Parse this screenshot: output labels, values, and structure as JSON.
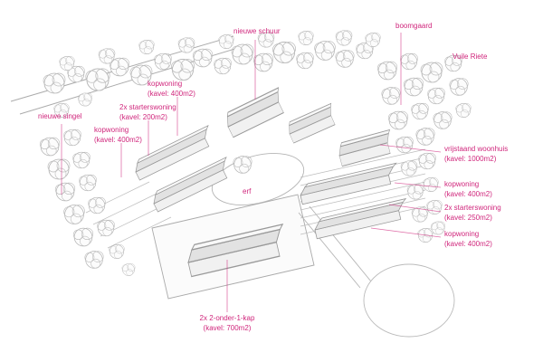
{
  "drawing": {
    "title": "farmyard redevelopment sketch plan",
    "accent_color": "#d0267c",
    "sketch_color": "#9a9a9a"
  },
  "annotations": {
    "nieuwe_schuur": {
      "label": "nieuwe schuur"
    },
    "boomgaard": {
      "label": "boomgaard"
    },
    "vuile_riete": {
      "label": "Vuile Riete"
    },
    "kopwoning_left_top": {
      "label": "kopwoning",
      "detail": "(kavel: 400m2)"
    },
    "starterswoning_left": {
      "label": "2x starterswoning",
      "detail": "(kavel: 200m2)"
    },
    "kopwoning_left_bottom": {
      "label": "kopwoning",
      "detail": "(kavel: 400m2)"
    },
    "nieuwe_singel": {
      "label": "nieuwe singel"
    },
    "vrijstaand_woonhuis": {
      "label": "vrijstaand woonhuis",
      "detail": "(kavel: 1000m2)"
    },
    "kopwoning_right_top": {
      "label": "kopwoning",
      "detail": "(kavel: 400m2)"
    },
    "starterswoning_right": {
      "label": "2x starterswoning",
      "detail": "(kavel: 250m2)"
    },
    "kopwoning_right_bottom": {
      "label": "kopwoning",
      "detail": "(kavel: 400m2)"
    },
    "erf": {
      "label": "erf"
    },
    "twee_onder_een_kap": {
      "label": "2x 2-onder-1-kap",
      "detail": "(kavel: 700m2)"
    }
  }
}
